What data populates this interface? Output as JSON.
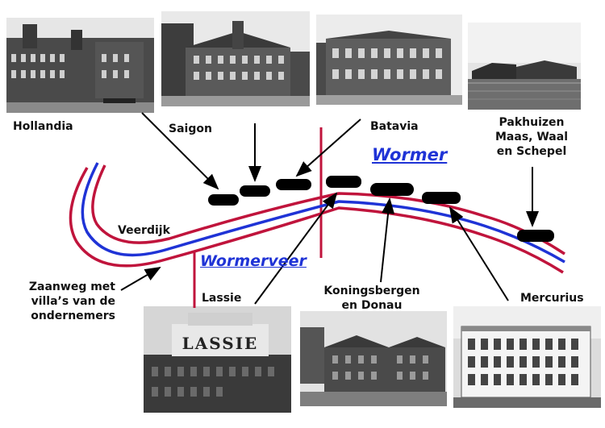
{
  "places": {
    "wormer": "Wormer",
    "wormerveer": "Wormerveer"
  },
  "labels": {
    "hollandia": "Hollandia",
    "saigon": "Saigon",
    "batavia": "Batavia",
    "pakhuizen": [
      "Pakhuizen",
      "Maas, Waal",
      "en Schepel"
    ],
    "veerdijk": "Veerdijk",
    "zaanweg": [
      "Zaanweg met",
      "villa’s van de",
      "ondernemers"
    ],
    "lassie": "Lassie",
    "koningsbergen": [
      "Koningsbergen",
      "en Donau"
    ],
    "mercurius": "Mercurius"
  },
  "photo_signs": {
    "lassie": "LASSIE"
  },
  "colors": {
    "river": "#1f33d6",
    "road": "#c0143c",
    "marker": "#000000"
  }
}
